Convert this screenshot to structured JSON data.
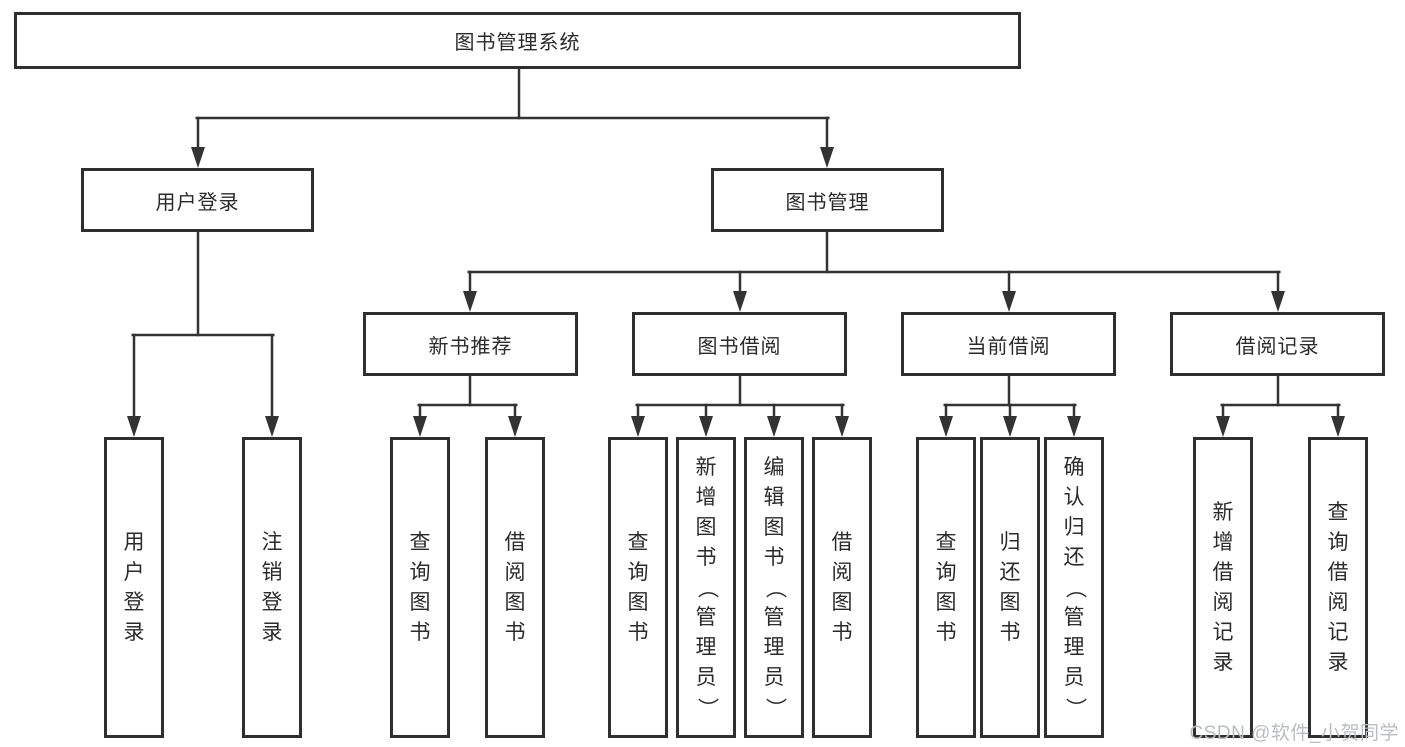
{
  "diagram": {
    "root_label": "图书管理系统",
    "level2": {
      "user_login": "用户登录",
      "book_management": "图书管理"
    },
    "level3": {
      "new_book_recommend": "新书推荐",
      "book_borrow": "图书借阅",
      "current_borrow": "当前借阅",
      "borrow_records": "借阅记录"
    },
    "leaves": {
      "user_login_group": [
        "用户登录",
        "注销登录"
      ],
      "new_book_group": [
        "查询图书",
        "借阅图书"
      ],
      "book_borrow_group": [
        "查询图书",
        "新增图书（管理员）",
        "编辑图书（管理员）",
        "借阅图书"
      ],
      "current_borrow_group": [
        "查询图书",
        "归还图书",
        "确认归还（管理员）"
      ],
      "borrow_records_group": [
        "新增借阅记录",
        "查询借阅记录"
      ]
    }
  },
  "watermark": {
    "text": "CSDN @软件_小贺同学"
  },
  "colors": {
    "line": "#333333",
    "node_border": "#2f2f2f",
    "text": "#2b2b2b",
    "watermark": "#b9bdc0",
    "background": "#ffffff"
  }
}
